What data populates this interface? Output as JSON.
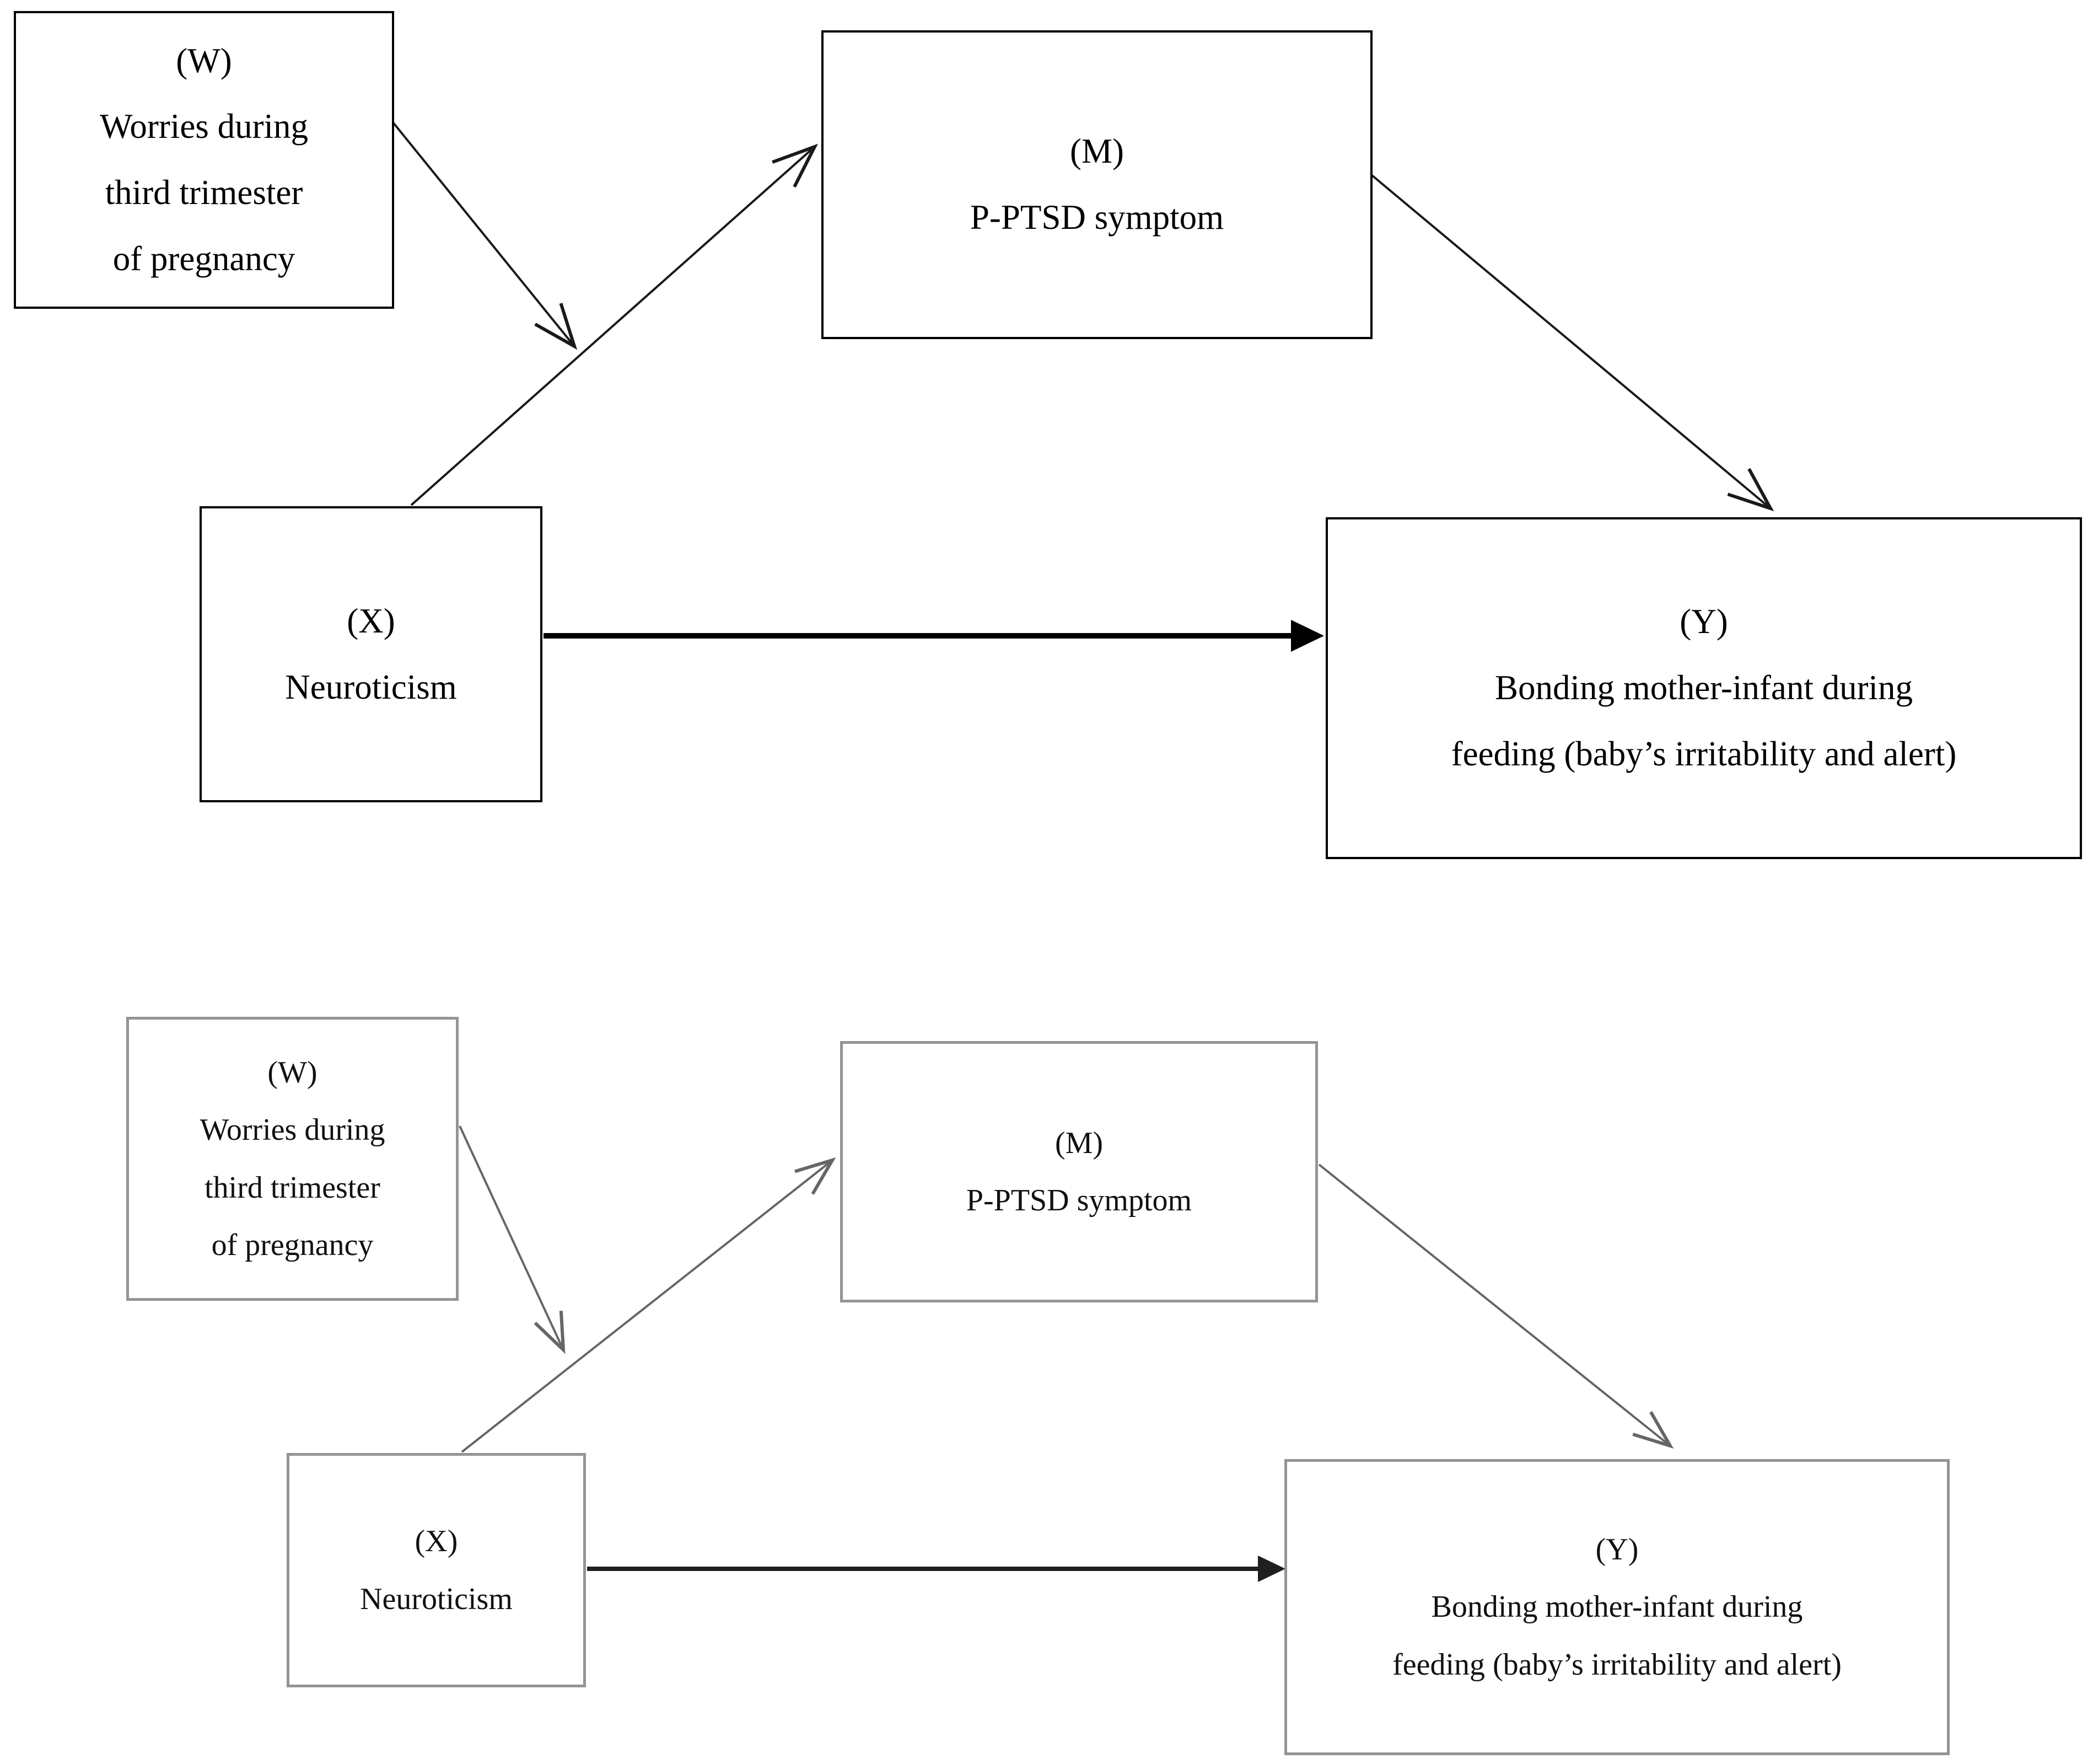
{
  "figure": {
    "description_colors": {
      "background": "#ffffff",
      "top_box_border": "#000000",
      "top_arrow": "#1a1a1a",
      "bottom_box_border": "#949494",
      "bottom_arrow": "#666666",
      "bold_direct_arrow": "#1f1f1f",
      "text": "#000000"
    },
    "panels": [
      {
        "id": "top",
        "boxes": {
          "w": {
            "label": "(W)",
            "lines": [
              "Worries during",
              "third trimester",
              "of pregnancy"
            ]
          },
          "m": {
            "label": "(M)",
            "lines": [
              "P-PTSD symptom"
            ]
          },
          "x": {
            "label": "(X)",
            "lines": [
              "Neuroticism"
            ]
          },
          "y": {
            "label": "(Y)",
            "lines": [
              "Bonding mother-infant during",
              "feeding (baby’s irritability and alert)"
            ]
          }
        }
      },
      {
        "id": "bottom",
        "boxes": {
          "w": {
            "label": "(W)",
            "lines": [
              "Worries during",
              "third trimester",
              "of pregnancy"
            ]
          },
          "m": {
            "label": "(M)",
            "lines": [
              "P-PTSD symptom"
            ]
          },
          "x": {
            "label": "(X)",
            "lines": [
              "Neuroticism"
            ]
          },
          "y": {
            "label": "(Y)",
            "lines": [
              "Bonding mother-infant during",
              "feeding (baby’s irritability and alert)"
            ]
          }
        }
      }
    ]
  }
}
